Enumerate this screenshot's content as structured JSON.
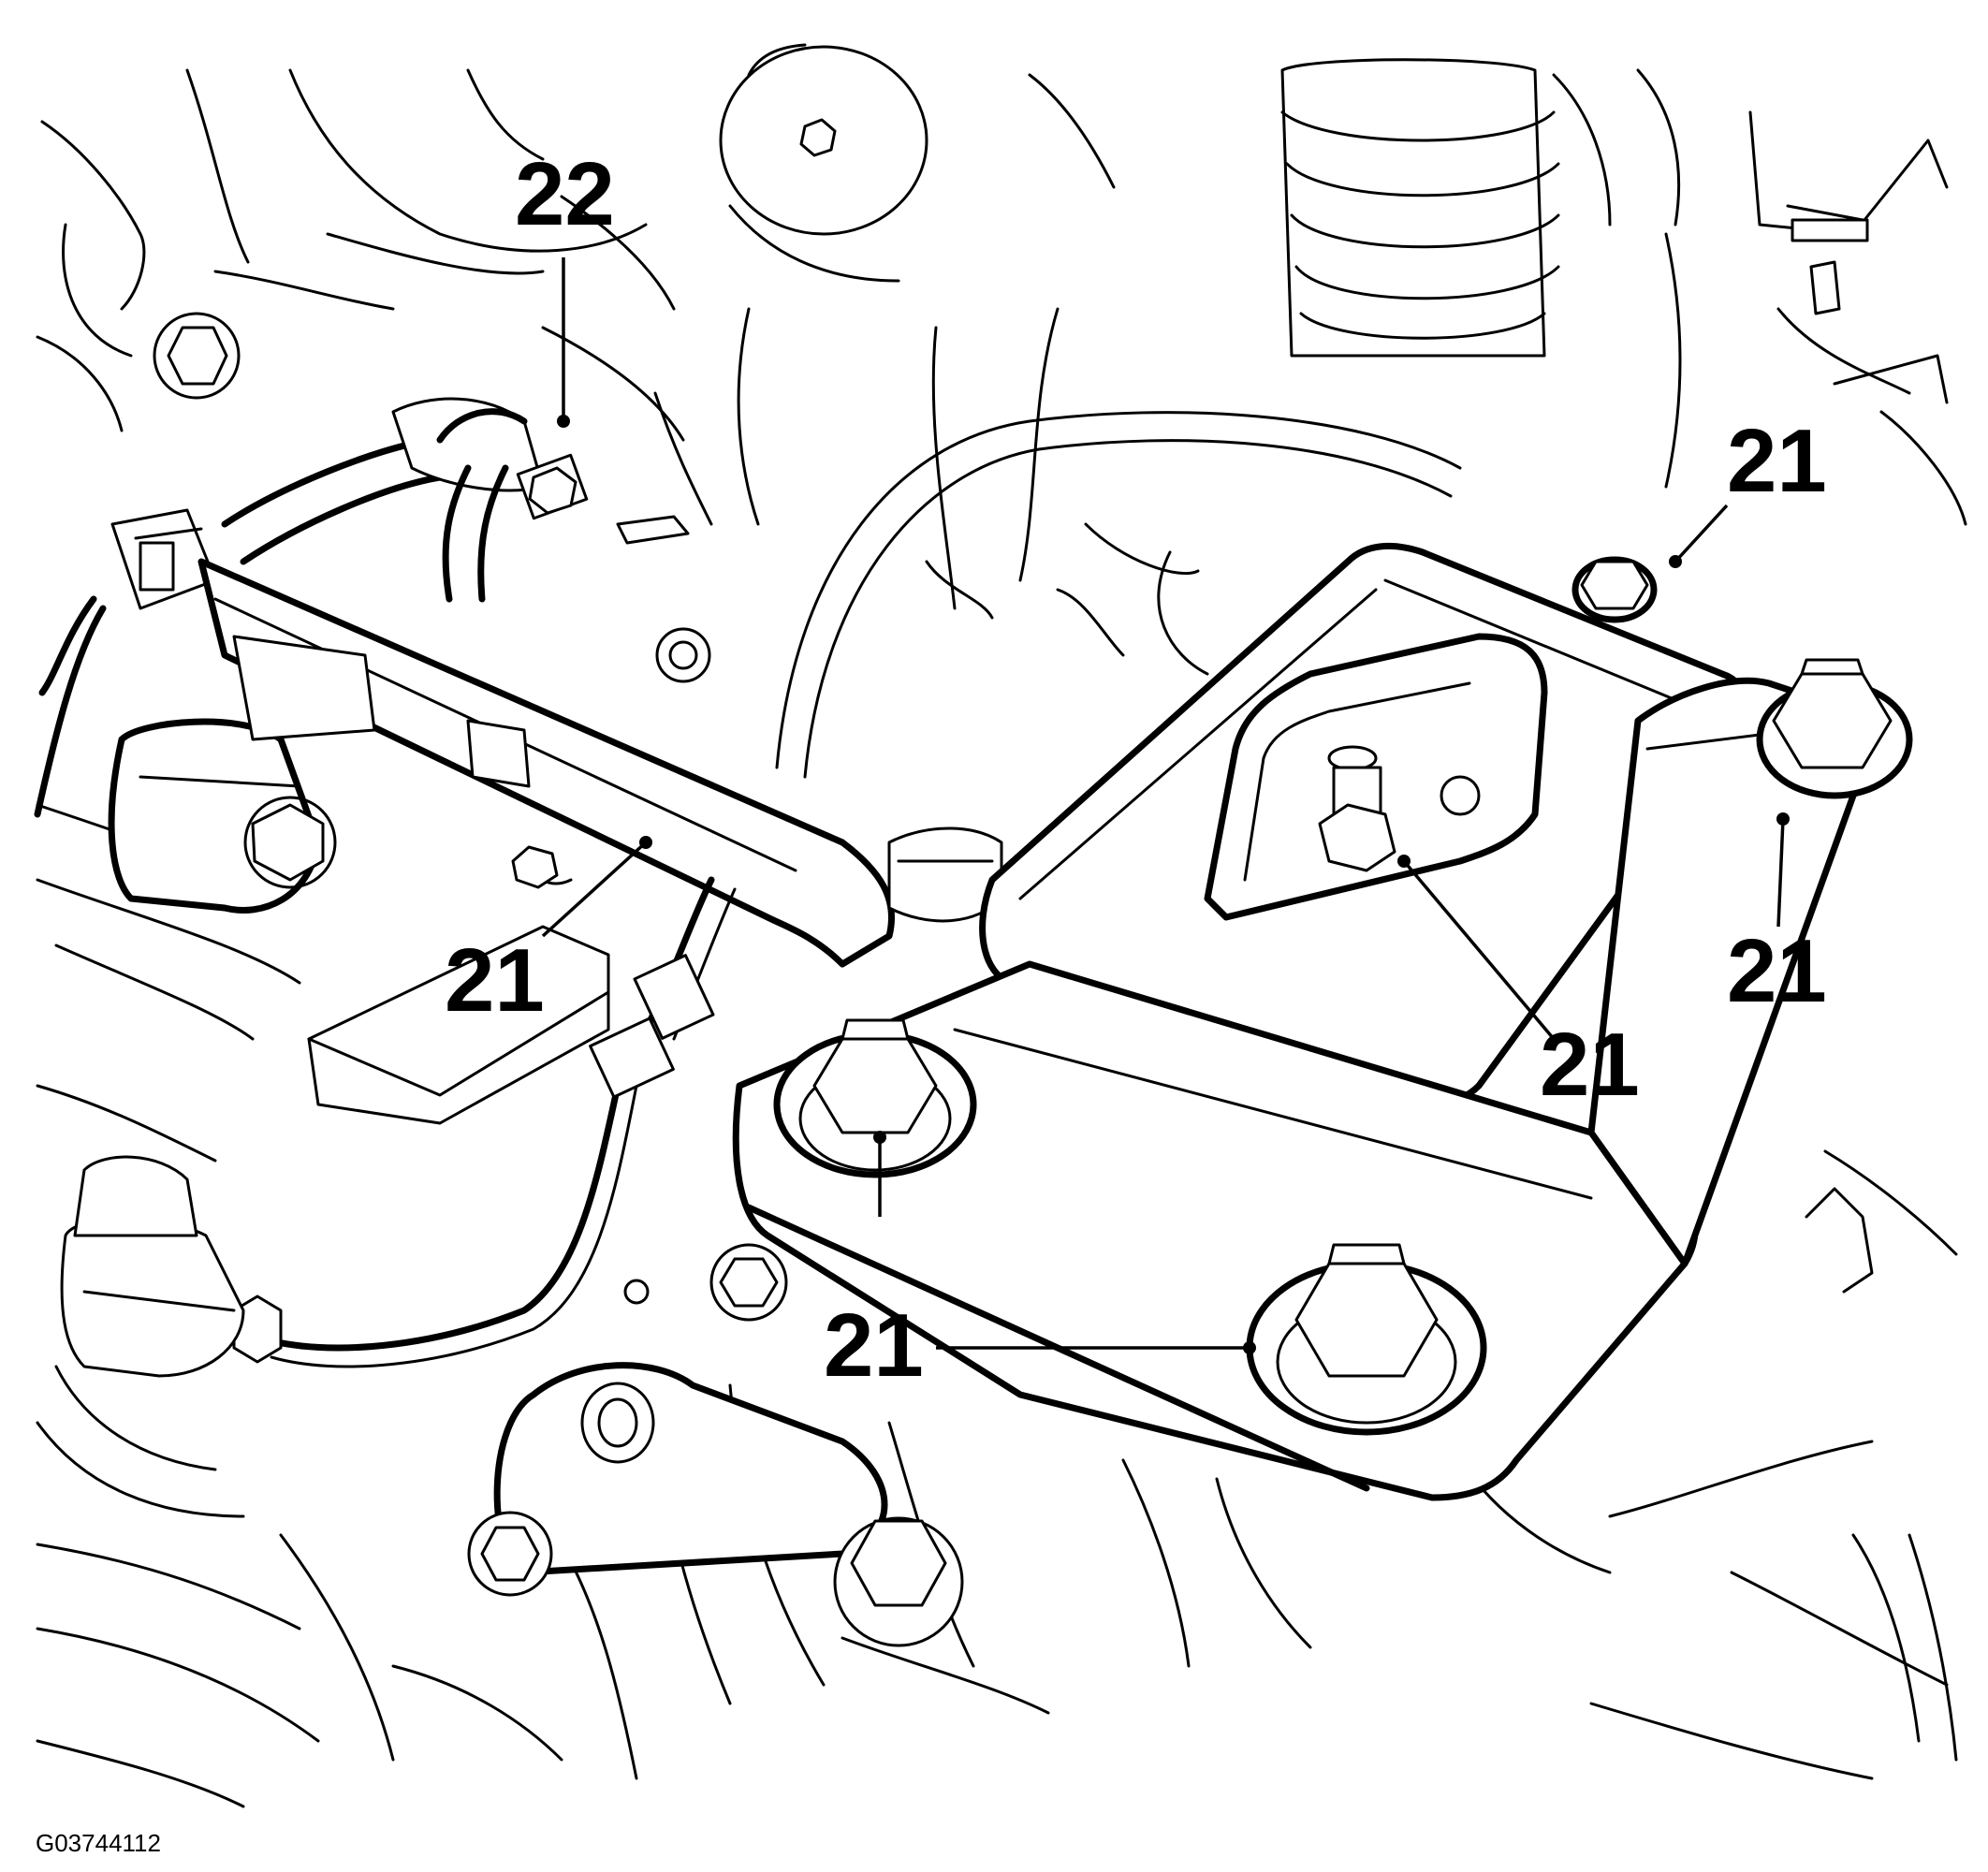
{
  "figure_code": "G03744112",
  "callouts": [
    {
      "id": "c22",
      "label": "22"
    },
    {
      "id": "c21a",
      "label": "21"
    },
    {
      "id": "c21b",
      "label": "21"
    },
    {
      "id": "c21c",
      "label": "21"
    },
    {
      "id": "c21d",
      "label": "21"
    },
    {
      "id": "c21e",
      "label": "21"
    },
    {
      "id": "c21f",
      "label": "21"
    }
  ]
}
